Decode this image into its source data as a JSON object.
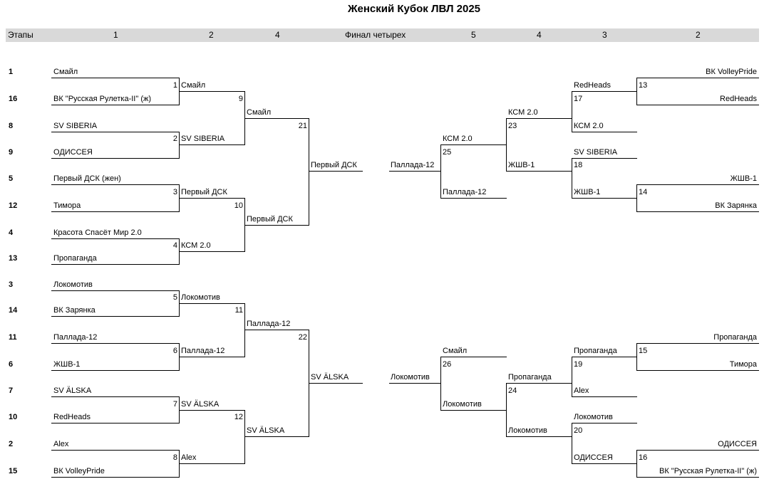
{
  "title": "Женский Кубок ЛВЛ 2025",
  "stages": [
    "Этапы",
    "1",
    "2",
    "4",
    "Финал четырех",
    "5",
    "4",
    "3",
    "2"
  ],
  "seeds": [
    "1",
    "16",
    "8",
    "9",
    "5",
    "12",
    "4",
    "13",
    "3",
    "14",
    "11",
    "6",
    "7",
    "10",
    "2",
    "15"
  ],
  "round1": {
    "teams": [
      "Смайл",
      "ВК \"Русская Рулетка-II\" (ж)",
      "SV SIBERIA",
      "ОДИССЕЯ",
      "Первый ДСК (жен)",
      "Тимора",
      "Красота Спасёт Мир 2.0",
      "Пропаганда",
      "Локомотив",
      "ВК Зарянка",
      "Паллада-12",
      "ЖШВ-1",
      "SV ÄLSKA",
      "RedHeads",
      "Alex",
      "ВК VolleyPride"
    ],
    "match_numbers": [
      "1",
      "2",
      "3",
      "4",
      "5",
      "6",
      "7",
      "8"
    ],
    "winners": [
      "Смайл",
      "SV SIBERIA",
      "Первый ДСК",
      "КСМ 2.0",
      "Локомотив",
      "Паллада-12",
      "SV ÄLSKA",
      "Alex"
    ]
  },
  "round2": {
    "match_numbers": [
      "9",
      "10",
      "11",
      "12"
    ],
    "winners": [
      "Смайл",
      "Первый ДСК",
      "Паллада-12",
      "SV ÄLSKA"
    ]
  },
  "round4": {
    "match_numbers": [
      "21",
      "22"
    ],
    "winners": [
      "Первый ДСК",
      "SV ÄLSKA"
    ]
  },
  "right": {
    "stage2": {
      "teams": [
        "ВК VolleyPride",
        "RedHeads",
        "ЖШВ-1",
        "ВК Зарянка",
        "Пропаганда",
        "Тимора",
        "ОДИССЕЯ",
        "ВК \"Русская Рулетка-II\" (ж)"
      ],
      "match_numbers": [
        "13",
        "14",
        "15",
        "16"
      ]
    },
    "stage3": {
      "teams": [
        "RedHeads",
        "КСМ 2.0",
        "SV SIBERIA",
        "ЖШВ-1",
        "Пропаганда",
        "Alex",
        "Локомотив",
        "ОДИССЕЯ"
      ],
      "match_numbers": [
        "17",
        "18",
        "19",
        "20"
      ]
    },
    "stage4": {
      "teams": [
        "КСМ 2.0",
        "ЖШВ-1",
        "Пропаганда",
        "Локомотив"
      ],
      "match_numbers": [
        "23",
        "24"
      ]
    },
    "stage5": {
      "teams": [
        "КСМ 2.0",
        "Паллада-12",
        "Смайл",
        "Локомотив"
      ],
      "match_numbers": [
        "25",
        "26"
      ],
      "winners": [
        "Паллада-12",
        "Локомотив"
      ]
    }
  }
}
